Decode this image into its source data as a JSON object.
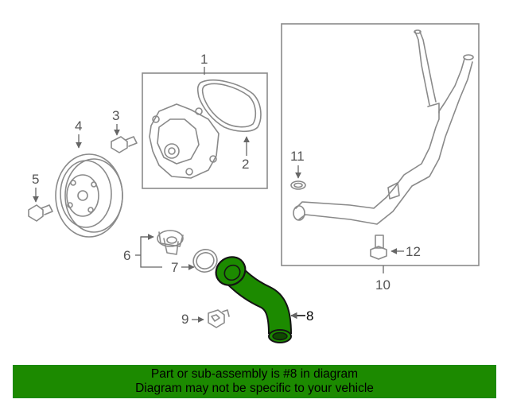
{
  "callouts": {
    "c1": "1",
    "c2": "2",
    "c3": "3",
    "c4": "4",
    "c5": "5",
    "c6": "6",
    "c7": "7",
    "c8": "8",
    "c9": "9",
    "c10": "10",
    "c11": "11",
    "c12": "12"
  },
  "banner": {
    "line1": "Part or sub-assembly is #8 in diagram",
    "line2": "Diagram may not be specific to your vehicle"
  },
  "colors": {
    "banner_bg": "#1c8a00",
    "highlight_part": "#1c8a00",
    "line_art": "#8a8a8a"
  }
}
